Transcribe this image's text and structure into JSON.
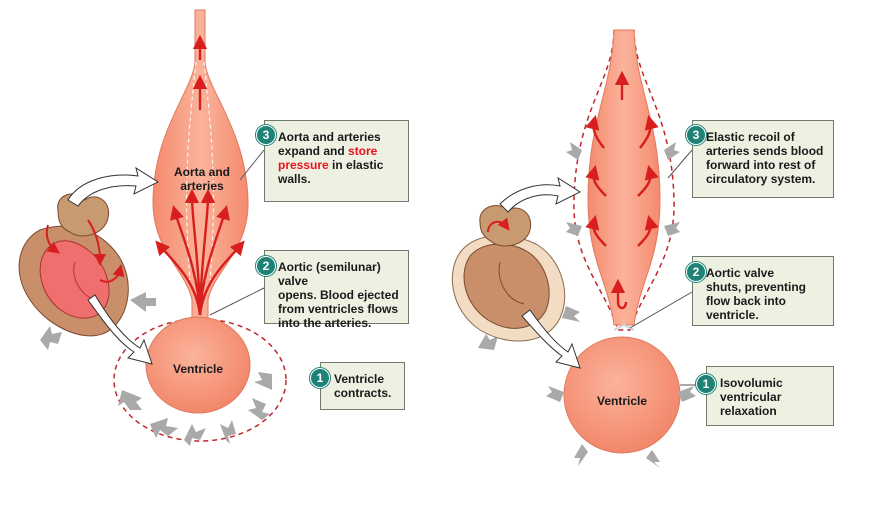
{
  "colors": {
    "vessel": "#f79b7f",
    "vessel_edge": "#e07a5f",
    "arrow_red": "#d81e1e",
    "callout_bg": "#eef0e2",
    "badge": "#1f8276",
    "dashed": "#c0272d",
    "gray_arrow": "#a9a9a9"
  },
  "left_panel": {
    "aorta_label_line1": "Aorta and",
    "aorta_label_line2": "arteries",
    "ventricle_label": "Ventricle",
    "callout_3": {
      "number": "3",
      "line1": "Aorta and arteries",
      "line2_prefix": "expand and ",
      "line2_highlight": "store",
      "line3_highlight": "pressure",
      "line3_suffix": " in elastic",
      "line4": "walls."
    },
    "callout_2": {
      "number": "2",
      "line1": "Aortic (semilunar) valve",
      "line2": "opens. Blood ejected",
      "line3": "from ventricles flows",
      "line4": "into the arteries."
    },
    "callout_1": {
      "number": "1",
      "line1": "Ventricle",
      "line2": "contracts."
    }
  },
  "right_panel": {
    "ventricle_label": "Ventricle",
    "callout_3": {
      "number": "3",
      "line1": "Elastic recoil of",
      "line2": "arteries sends blood",
      "line3": "forward into rest of",
      "line4": "circulatory system."
    },
    "callout_2": {
      "number": "2",
      "line1": "Aortic valve",
      "line2": "shuts, preventing",
      "line3": "flow back into",
      "line4": "ventricle."
    },
    "callout_1": {
      "number": "1",
      "line1": "Isovolumic",
      "line2": "ventricular",
      "line3": "relaxation"
    }
  }
}
